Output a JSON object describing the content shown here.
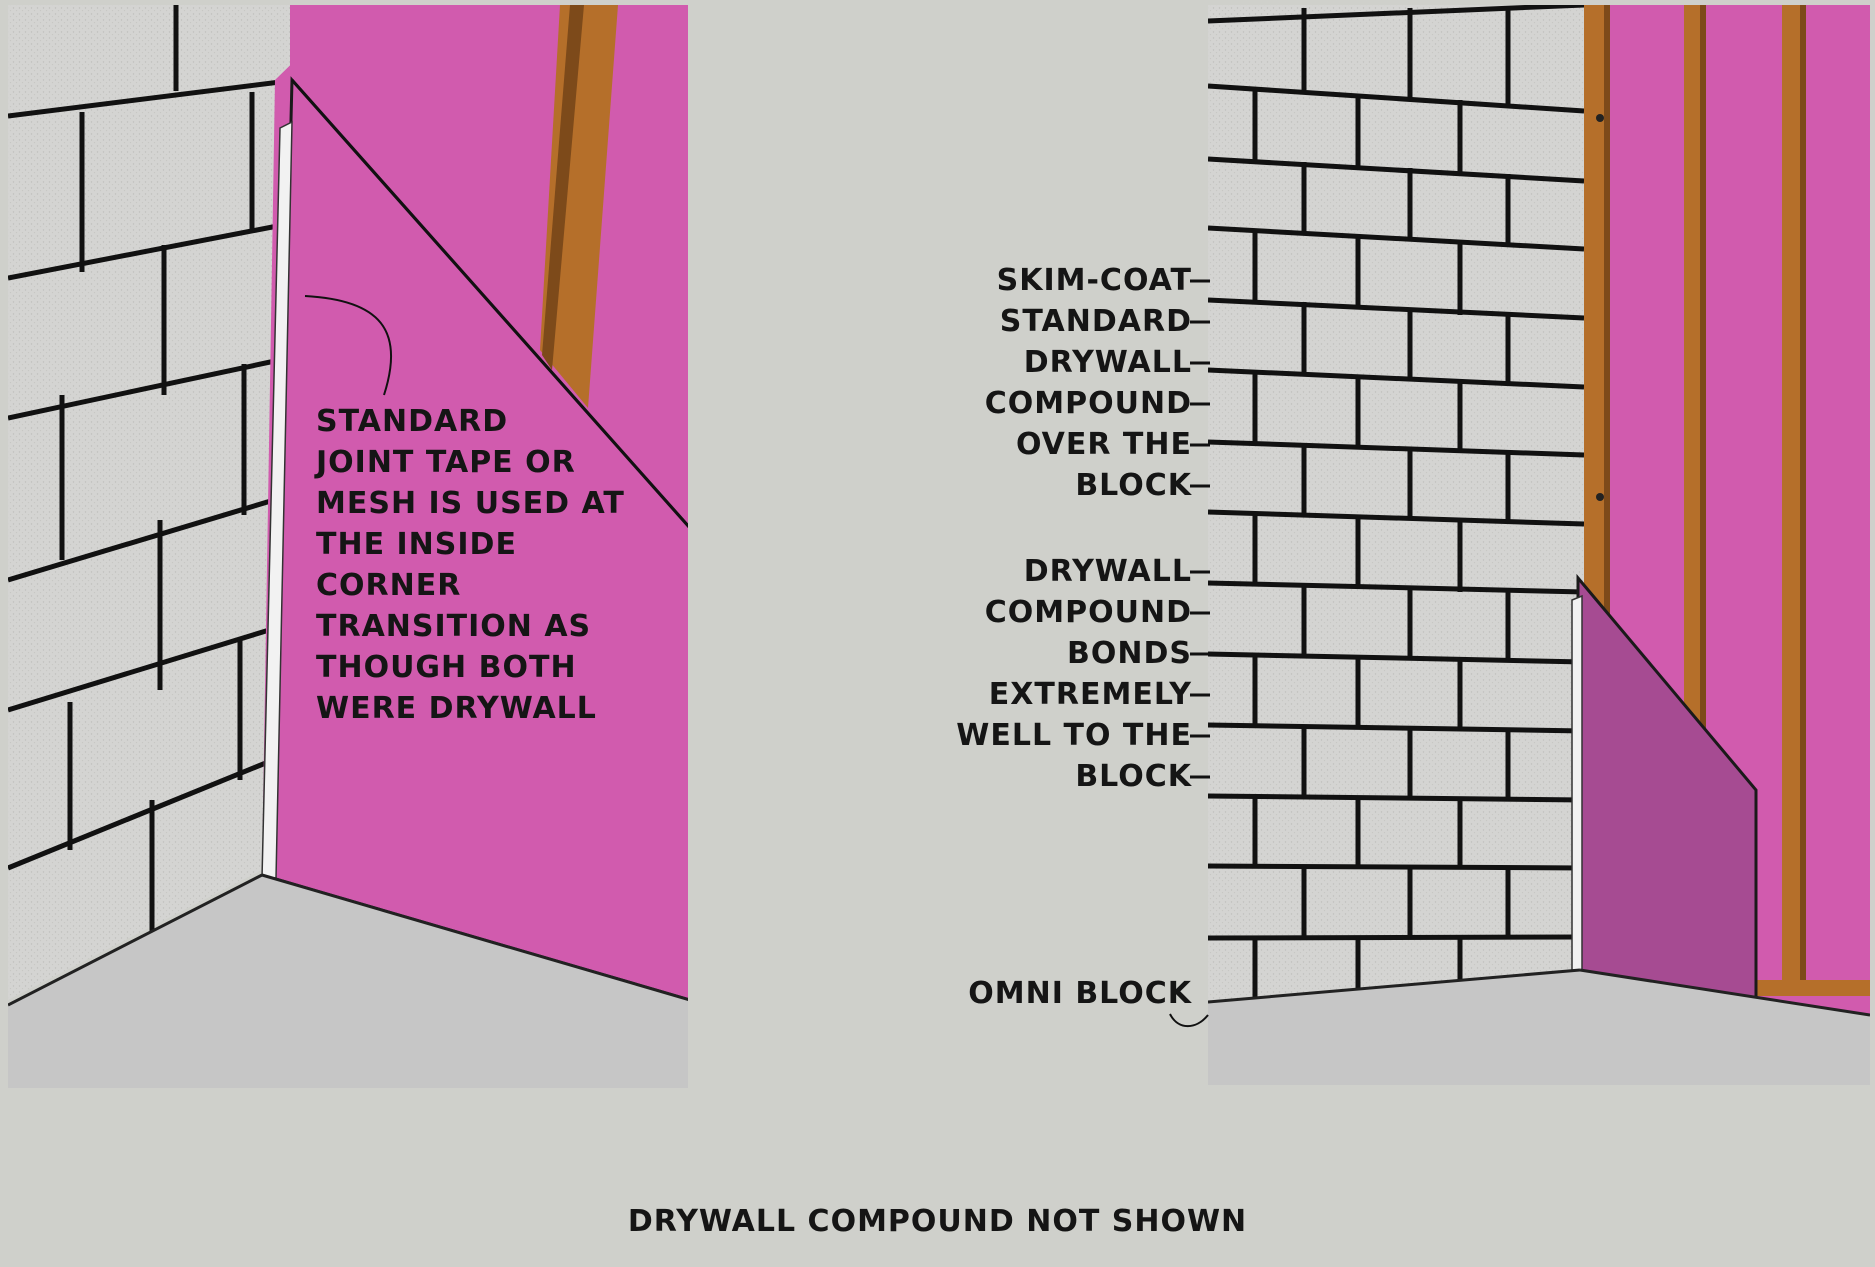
{
  "annotations": {
    "left_note": "standard\njoint tape or\nmesh is used at\nthe inside\ncorner\ntransition as\nthough both\nwere drywall",
    "skim_coat_note": "skim-coat\nstandard\ndrywall\ncompound\nover the\nblock",
    "bond_note": "drywall\ncompound\nbonds\nextremely\nwell to the\nblock",
    "omni_block_label": "omni block",
    "caption": "drywall compound not shown"
  },
  "palette": {
    "background": "#cfd0cb",
    "block_face": "#d4d4d2",
    "mortar": "#111111",
    "drywall_pink": "#d15bae",
    "drywall_pink_shadow": "#a64b92",
    "stud_wood": "#b56f2a",
    "floor": "#c6c6c6",
    "trim_white": "#f2f2f2"
  }
}
